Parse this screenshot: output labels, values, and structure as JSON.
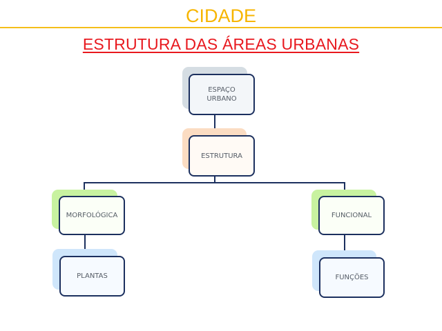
{
  "header": {
    "title": "CIDADE",
    "subtitle": "ESTRUTURA DAS ÁREAS URBANAS"
  },
  "colors": {
    "title": "#f7b500",
    "subtitle": "#e8181e",
    "rule": "#f5be1a",
    "node_border": "#1b2f5e",
    "connector": "#1b2f5e"
  },
  "diagram": {
    "nodes": [
      {
        "id": "espaco-urbano",
        "label": "ESPAÇO URBANO",
        "line1": "ESPAÇO",
        "line2": "URBANO",
        "accent": "#d5dde3",
        "fill": "#f3f6f9"
      },
      {
        "id": "estrutura",
        "label": "ESTRUTURA",
        "accent": "#fbdcc2",
        "fill": "#fffaf5"
      },
      {
        "id": "morfologica",
        "label": "MORFOLÓGICA",
        "accent": "#c8f2a0",
        "fill": "#fbfff7"
      },
      {
        "id": "funcional",
        "label": "FUNCIONAL",
        "accent": "#c8f2a0",
        "fill": "#fbfff7"
      },
      {
        "id": "plantas",
        "label": "PLANTAS",
        "accent": "#cfe6fb",
        "fill": "#f6faff"
      },
      {
        "id": "funcoes",
        "label": "FUNÇÕES",
        "accent": "#cfe6fb",
        "fill": "#f6faff"
      }
    ],
    "edges": [
      [
        "ESPAÇO URBANO",
        "ESTRUTURA"
      ],
      [
        "ESTRUTURA",
        "MORFOLÓGICA"
      ],
      [
        "ESTRUTURA",
        "FUNCIONAL"
      ],
      [
        "MORFOLÓGICA",
        "PLANTAS"
      ],
      [
        "FUNCIONAL",
        "FUNÇÕES"
      ]
    ]
  }
}
